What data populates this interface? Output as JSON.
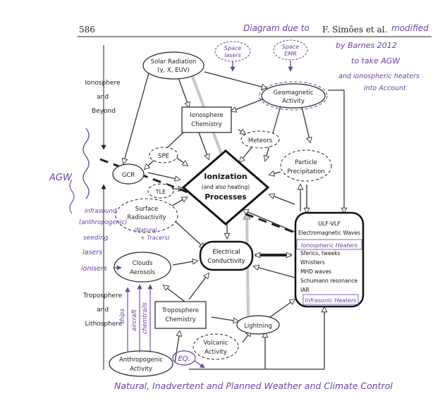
{
  "header": {
    "page_number": "586",
    "author": "F. Simões et al."
  },
  "colors": {
    "ink": "#222222",
    "annotation": "#6a3fa5",
    "arrow_fill": "#ffffff",
    "highlight_arrow": "#c8c8c8"
  },
  "regions": {
    "ionosphere": [
      "Ionosphere",
      "and",
      "Beyond"
    ],
    "troposphere": [
      "Troposphere",
      "and",
      "Lithosphere"
    ]
  },
  "nodes": {
    "solar": [
      "Solar Radiation",
      "(γ, X, EUV)"
    ],
    "geomagnetic": [
      "Geomagnetic",
      "Activity"
    ],
    "iono_chem": [
      "Ionosphere",
      "Chemistry"
    ],
    "meteors": "Meteors",
    "spe": "SPE",
    "particle": [
      "Particle",
      "Precipitation"
    ],
    "gcr": "GCR",
    "tle": "TLE",
    "ionization": [
      "Ionization",
      "(and also heating)",
      "Processes"
    ],
    "surface": [
      "Surface",
      "Radioactivity"
    ],
    "conductivity": [
      "Electrical",
      "Conductivity"
    ],
    "clouds": [
      "Clouds",
      "Aerosols"
    ],
    "tropo_chem": [
      "Troposphere",
      "Chemistry"
    ],
    "volcanic": [
      "Volcanic",
      "Activity"
    ],
    "lightning": "Lightning",
    "anthropogenic": [
      "Anthropogenic",
      "Activity"
    ],
    "ulf": [
      "ULF-VLF",
      "Electromagnetic Waves",
      "Sferics, tweeks",
      "Whistlers",
      "MHD waves",
      "Schumann resonance",
      "IAR"
    ]
  },
  "annotations": {
    "top_right": [
      "Diagram due to",
      "modified",
      "by Barnes 2012",
      "to take AGW",
      "and ionospheric heaters",
      "into Account"
    ],
    "space_lasers": [
      "Space",
      "lasers"
    ],
    "space_emr": [
      "Space",
      "EMR"
    ],
    "agw": "AGW",
    "infrasound": [
      "infrasound",
      "(anthropogenic)"
    ],
    "seeding": "seeding",
    "lasers": "lasers",
    "ionisers": "ionisers",
    "natural_tracers": [
      "(Natural",
      "+ Tracers)"
    ],
    "ionospheric_heaters": "Ionospheric Heaters",
    "infrasonic_heaters": "Infrasonic Heaters",
    "ships": "ships",
    "aircraft": "aircraft",
    "chemtrails": "chemtrails",
    "eq": "EQ.",
    "bottom": "Natural, Inadvertent and Planned Weather and Climate Control"
  }
}
